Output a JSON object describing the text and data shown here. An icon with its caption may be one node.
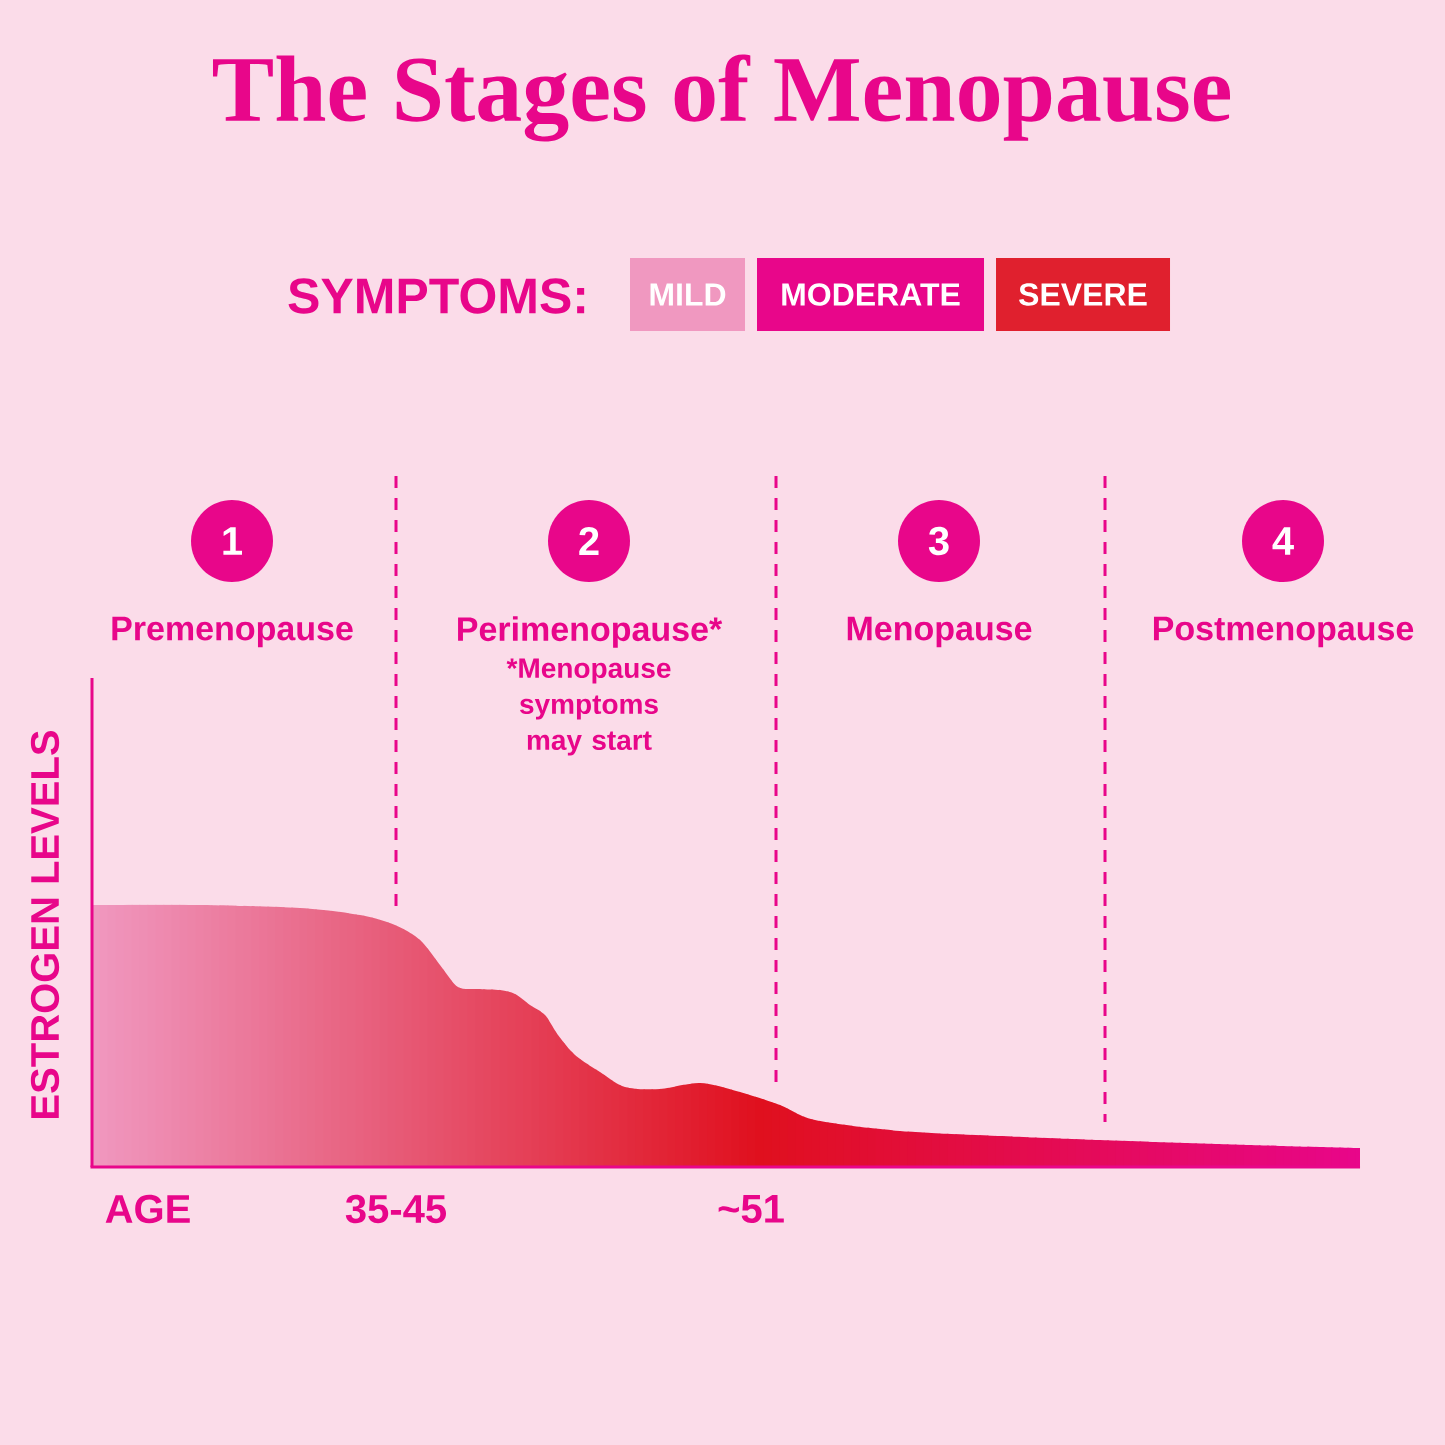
{
  "diagram": {
    "title": "The Stages of Menopause",
    "nodes": [
      {
        "text": [
          "1"
        ],
        "beside": [
          "Premenopause"
        ]
      },
      {
        "text": [
          "2"
        ],
        "beside": [
          "Perimenopause*",
          "*Menopause symptoms may start"
        ]
      },
      {
        "text": [
          "3"
        ],
        "beside": [
          "Menopause"
        ]
      },
      {
        "text": [
          "4"
        ],
        "beside": [
          "Postmenopause"
        ]
      }
    ],
    "labels": [
      "SYMPTOMS:",
      "ESTROGEN LEVELS",
      "AGE",
      "35-45",
      "~51"
    ],
    "legend": [
      {
        "text": "MILD",
        "color": "#f098c0"
      },
      {
        "text": "MODERATE",
        "color": "#e8068a"
      },
      {
        "text": "SEVERE",
        "color": "#e0202e"
      }
    ]
  }
}
